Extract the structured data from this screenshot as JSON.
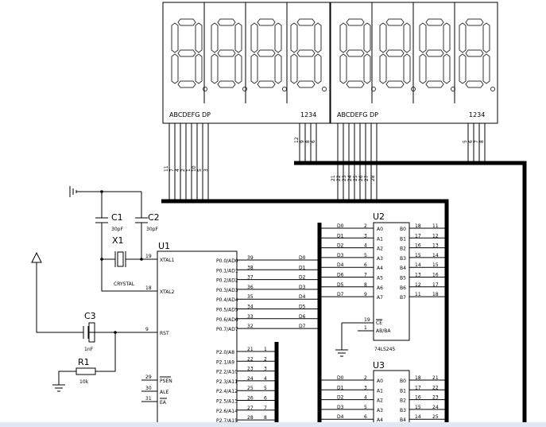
{
  "displays": [
    {
      "seg_label": "ABCDEFG DP",
      "digit_label": "1234",
      "seg_pins": [
        "11",
        "7",
        "4",
        "2",
        "1",
        "10",
        "5",
        "3"
      ],
      "digit_pins": [
        "12",
        "9",
        "8",
        "6"
      ],
      "bus_labels": []
    },
    {
      "seg_label": "ABCDEFG DP",
      "digit_label": "1234",
      "seg_pins": [],
      "digit_pins": [
        "5",
        "6",
        "7",
        "8"
      ],
      "bus_labels": [
        "21",
        "22",
        "23",
        "24",
        "25",
        "26",
        "27",
        "28"
      ]
    }
  ],
  "c1": {
    "ref": "C1",
    "value": "30pF"
  },
  "c2": {
    "ref": "C2",
    "value": "30pF"
  },
  "x1": {
    "ref": "X1",
    "value": "CRYSTAL"
  },
  "c3": {
    "ref": "C3",
    "value": "1nF"
  },
  "r1": {
    "ref": "R1",
    "value": "10k"
  },
  "u1": {
    "ref": "U1",
    "left_pins": [
      {
        "num": "19",
        "name": "XTAL1"
      },
      {
        "num": "18",
        "name": "XTAL2"
      },
      {
        "num": "9",
        "name": "RST"
      },
      {
        "num": "29",
        "name": "PSEN"
      },
      {
        "num": "30",
        "name": "ALE"
      },
      {
        "num": "31",
        "name": "EA"
      }
    ],
    "p0_pins": [
      {
        "num": "39",
        "name": "P0.0/AD0",
        "net": "D0"
      },
      {
        "num": "38",
        "name": "P0.1/AD1",
        "net": "D1"
      },
      {
        "num": "37",
        "name": "P0.2/AD2",
        "net": "D2"
      },
      {
        "num": "36",
        "name": "P0.3/AD3",
        "net": "D3"
      },
      {
        "num": "35",
        "name": "P0.4/AD4",
        "net": "D4"
      },
      {
        "num": "34",
        "name": "P0.5/AD5",
        "net": "D5"
      },
      {
        "num": "33",
        "name": "P0.6/AD6",
        "net": "D6"
      },
      {
        "num": "32",
        "name": "P0.7/AD7",
        "net": "D7"
      }
    ],
    "p2_pins": [
      {
        "num": "21",
        "name": "P2.0/A8",
        "net": "1"
      },
      {
        "num": "22",
        "name": "P2.1/A9",
        "net": "2"
      },
      {
        "num": "23",
        "name": "P2.2/A10",
        "net": "3"
      },
      {
        "num": "24",
        "name": "P2.3/A11",
        "net": "4"
      },
      {
        "num": "25",
        "name": "P2.4/A12",
        "net": "5"
      },
      {
        "num": "26",
        "name": "P2.5/A13",
        "net": "6"
      },
      {
        "num": "27",
        "name": "P2.6/A14",
        "net": "7"
      },
      {
        "num": "28",
        "name": "P2.7/A15",
        "net": "8"
      }
    ]
  },
  "u2": {
    "ref": "U2",
    "part": "74LS245",
    "a_pins": [
      {
        "net": "D0",
        "num": "2",
        "name": "A0"
      },
      {
        "net": "D1",
        "num": "3",
        "name": "A1"
      },
      {
        "net": "D2",
        "num": "4",
        "name": "A2"
      },
      {
        "net": "D3",
        "num": "5",
        "name": "A3"
      },
      {
        "net": "D4",
        "num": "6",
        "name": "A4"
      },
      {
        "net": "D6",
        "num": "7",
        "name": "A5"
      },
      {
        "net": "D5",
        "num": "8",
        "name": "A6"
      },
      {
        "net": "D7",
        "num": "9",
        "name": "A7"
      }
    ],
    "b_pins": [
      {
        "name": "B0",
        "num": "18",
        "net": "11"
      },
      {
        "name": "B1",
        "num": "17",
        "net": "12"
      },
      {
        "name": "B2",
        "num": "16",
        "net": "13"
      },
      {
        "name": "B3",
        "num": "15",
        "net": "14"
      },
      {
        "name": "B4",
        "num": "14",
        "net": "15"
      },
      {
        "name": "B5",
        "num": "13",
        "net": "16"
      },
      {
        "name": "B6",
        "num": "12",
        "net": "17"
      },
      {
        "name": "B7",
        "num": "11",
        "net": "18"
      }
    ],
    "ce_num": "19",
    "ce_name": "CE",
    "dir_num": "1",
    "dir_name": "AB/BA"
  },
  "u3": {
    "ref": "U3",
    "a_pins": [
      {
        "net": "D0",
        "num": "2",
        "name": "A0"
      },
      {
        "net": "D1",
        "num": "3",
        "name": "A1"
      },
      {
        "net": "D2",
        "num": "4",
        "name": "A2"
      },
      {
        "net": "D3",
        "num": "5",
        "name": "A3"
      },
      {
        "net": "D4",
        "num": "6",
        "name": "A4"
      }
    ],
    "b_pins": [
      {
        "name": "B0",
        "num": "18",
        "net": "21"
      },
      {
        "name": "B1",
        "num": "17",
        "net": "22"
      },
      {
        "name": "B2",
        "num": "16",
        "net": "23"
      },
      {
        "name": "B3",
        "num": "15",
        "net": "24"
      },
      {
        "name": "B4",
        "num": "14",
        "net": "25"
      }
    ]
  }
}
